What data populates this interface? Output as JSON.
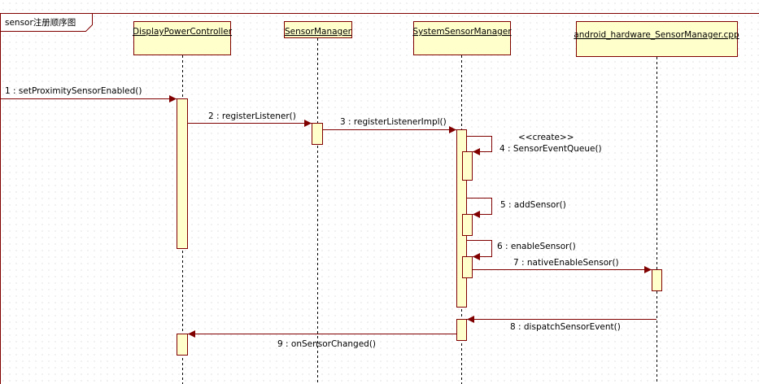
{
  "frame": {
    "title": "sensor注册顺序图"
  },
  "lifelines": [
    {
      "name": "DisplayPowerController"
    },
    {
      "name": "SensorManager"
    },
    {
      "name": "SystemSensorManager"
    },
    {
      "name": "android_hardware_SensorManager.cpp"
    }
  ],
  "messages": [
    {
      "label": "1 : setProximitySensorEnabled()",
      "from": "external",
      "to": "DisplayPowerController"
    },
    {
      "label": "2 : registerListener()",
      "from": "DisplayPowerController",
      "to": "SensorManager"
    },
    {
      "label": "3 : registerListenerImpl()",
      "from": "SensorManager",
      "to": "SystemSensorManager"
    },
    {
      "label": "4 : SensorEventQueue()",
      "stereotype": "<<create>>",
      "from": "SystemSensorManager",
      "to": "SystemSensorManager"
    },
    {
      "label": "5 : addSensor()",
      "from": "SystemSensorManager",
      "to": "SystemSensorManager"
    },
    {
      "label": "6 : enableSensor()",
      "from": "SystemSensorManager",
      "to": "SystemSensorManager"
    },
    {
      "label": "7 : nativeEnableSensor()",
      "from": "SystemSensorManager",
      "to": "android_hardware_SensorManager.cpp"
    },
    {
      "label": "8 : dispatchSensorEvent()",
      "from": "android_hardware_SensorManager.cpp",
      "to": "SystemSensorManager"
    },
    {
      "label": "9 : onSensorChanged()",
      "from": "SystemSensorManager",
      "to": "DisplayPowerController"
    }
  ],
  "colors": {
    "frame_border": "#800000",
    "header_fill": "#ffffcc",
    "header_border": "#800000",
    "activation_fill": "#ffffcc",
    "activation_border": "#800000",
    "arrow": "#800000",
    "lifeline": "#000000"
  }
}
